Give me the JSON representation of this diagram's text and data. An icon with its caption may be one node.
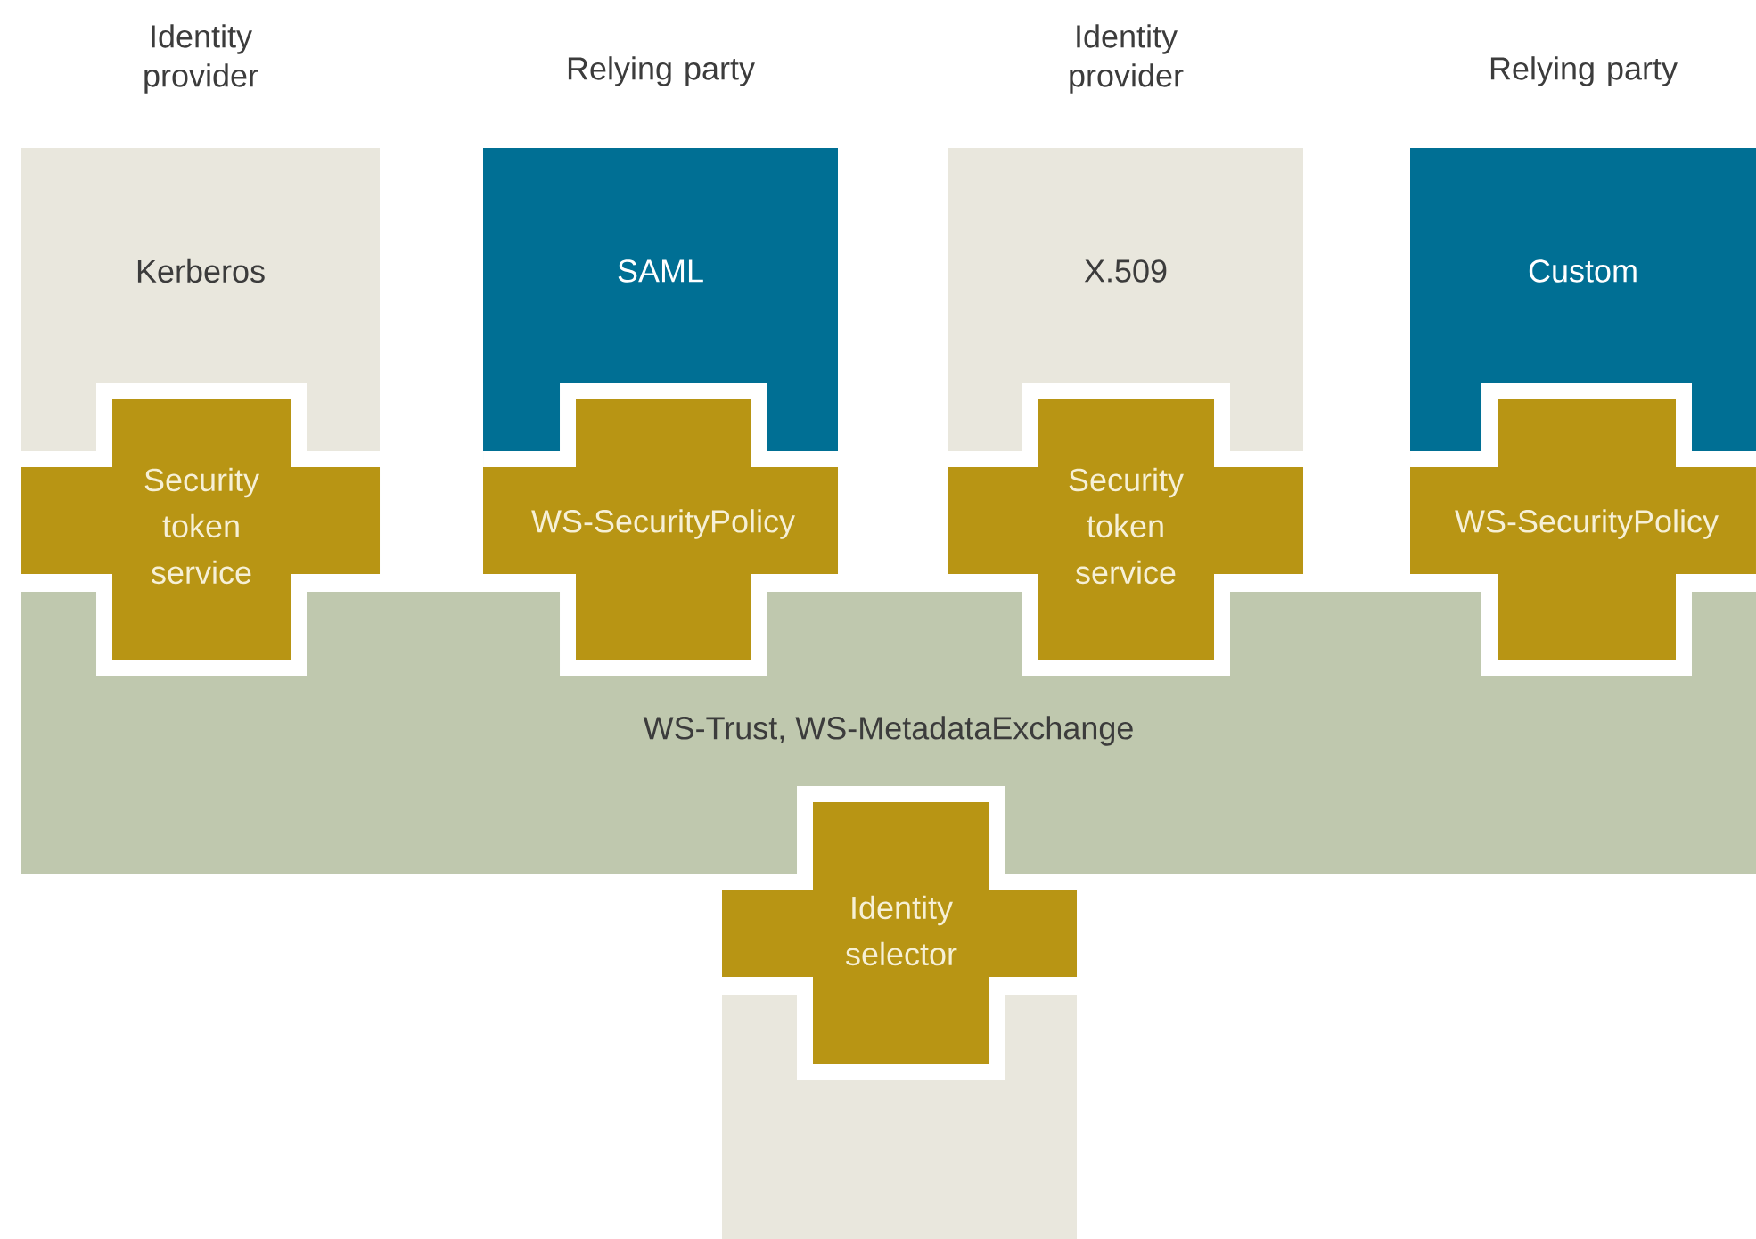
{
  "diagram": {
    "nodes": [
      {
        "text": [
          "Identity provider",
          "Kerberos"
        ]
      },
      {
        "text": [
          "Relying party",
          "SAML"
        ]
      },
      {
        "text": [
          "Identity provider",
          "X.509"
        ]
      },
      {
        "text": [
          "Relying party",
          "Custom"
        ]
      },
      {
        "text": [
          "Security token service"
        ]
      },
      {
        "text": [
          "WS-SecurityPolicy"
        ]
      },
      {
        "text": [
          "Security token service"
        ]
      },
      {
        "text": [
          "WS-SecurityPolicy"
        ]
      },
      {
        "text": [
          "WS-Trust, WS-MetadataExchange"
        ]
      },
      {
        "text": [
          "Identity selector"
        ]
      },
      {
        "text": [],
        "shape": "box"
      }
    ]
  }
}
